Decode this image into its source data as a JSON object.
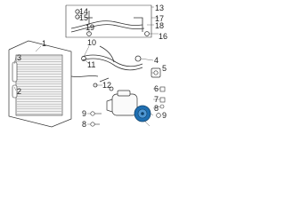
{
  "callouts": {
    "c1": "1",
    "c2": "2",
    "c3": "3",
    "c4": "4",
    "c5": "5",
    "c6": "6",
    "c7": "7",
    "c8": "8",
    "c9": "9",
    "c10": "10",
    "c11": "11",
    "c12": "12",
    "c13": "13",
    "c14": "14",
    "c15": "15",
    "c16": "16",
    "c17": "17",
    "c18": "18",
    "c19": "19"
  },
  "colors": {
    "line": "#333333",
    "part_highlight": "#1f6fb2",
    "background": "#ffffff"
  }
}
